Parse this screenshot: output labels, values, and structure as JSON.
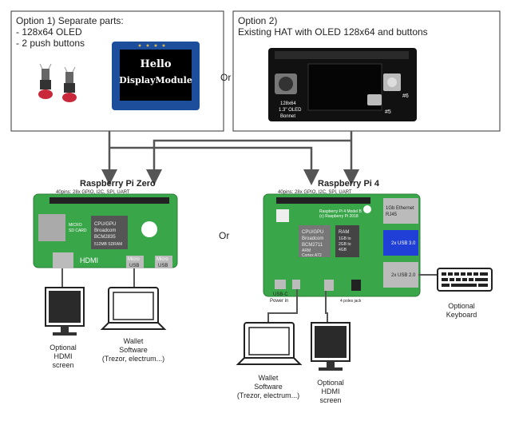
{
  "option1": {
    "title": "Option 1) Separate parts:",
    "items": [
      "- 128x64 OLED",
      "- 2 push buttons"
    ],
    "oled_text_1": "Hello",
    "oled_text_2": "DisplayModule"
  },
  "option2": {
    "title": "Option 2)",
    "subtitle": "Existing HAT with OLED 128x64 and buttons",
    "hat_label_1": "128x64",
    "hat_label_2": "1.3\" OLED",
    "hat_label_3": "Bonnet",
    "button_a": "#5",
    "button_b": "#6"
  },
  "or_top": "Or",
  "or_middle": "Or",
  "pi_zero": {
    "title": "Raspberry Pi Zero",
    "pins": "40pins: 28x GPIO, I2C, SPI, UART",
    "cpu": [
      "CPU/GPU",
      "Broadcom",
      "BCM2835",
      "512MB SDRAM"
    ],
    "hdmi": "HDMI",
    "micro_usb_1": [
      "Micro",
      "USB"
    ],
    "micro_usb_2": [
      "Micro",
      "USB"
    ],
    "sd": [
      "MICRO",
      "SD CARD"
    ]
  },
  "pi4": {
    "title": "Raspberry Pi 4",
    "pins": "40pins: 28x GPIO, I2C, SPI, UART",
    "model": [
      "Raspberry Pi 4 Model B",
      "(c) Raspberry Pi 2018"
    ],
    "cpu": [
      "CPU/GPU",
      "Broadcom",
      "BCM2711",
      "ARM",
      "Cortex A72"
    ],
    "ram": [
      "RAM",
      "1GB to",
      "2GB to",
      "4GB"
    ],
    "ethernet": [
      "1Gb Ethernet",
      "RJ45"
    ],
    "usb3": "2x USB 3.0",
    "usb2": "2x USB 2.0",
    "usbc": "USB-C",
    "power": "Power in",
    "audio": "4 poles jack"
  },
  "devices": {
    "hdmi_screen_1": [
      "Optional",
      "HDMI",
      "screen"
    ],
    "wallet_1": [
      "Wallet",
      "Software",
      "(Trezor, electrum...)"
    ],
    "keyboard": [
      "Optional",
      "Keyboard"
    ],
    "wallet_2": [
      "Wallet",
      "Software",
      "(Trezor, electrum...)"
    ],
    "hdmi_screen_2": [
      "Optional",
      "HDMI",
      "screen"
    ]
  },
  "colors": {
    "board_green": "#3aa64a",
    "oled_blue": "#1d4e9c",
    "usb3_blue": "#1f3fd6",
    "line_gray": "#555555"
  }
}
